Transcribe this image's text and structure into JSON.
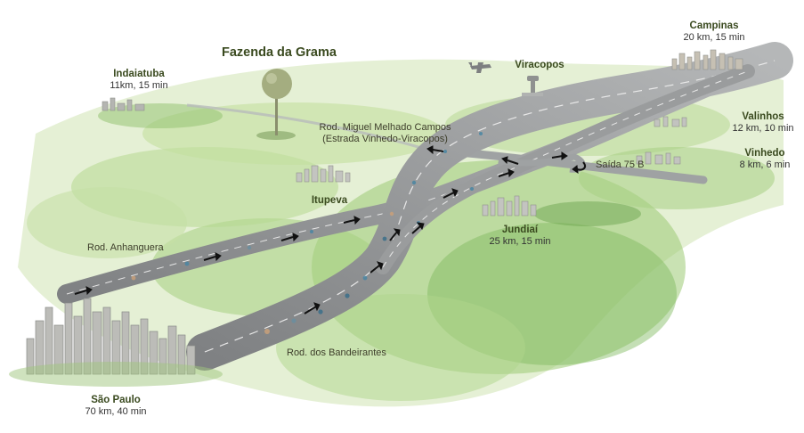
{
  "map": {
    "title": "Fazenda da Grama",
    "places": {
      "indaiatuba": {
        "name": "Indaiatuba",
        "distance": "11km, 15 min"
      },
      "campinas": {
        "name": "Campinas",
        "distance": "20 km, 15 min"
      },
      "viracopos": {
        "name": "Viracopos"
      },
      "valinhos": {
        "name": "Valinhos",
        "distance": "12 km, 10 min"
      },
      "vinhedo": {
        "name": "Vinhedo",
        "distance": "8 km, 6 min"
      },
      "itupeva": {
        "name": "Itupeva"
      },
      "jundiai": {
        "name": "Jundiaí",
        "distance": "25 km, 15 min"
      },
      "sao_paulo": {
        "name": "São Paulo",
        "distance": "70 km, 40 min"
      }
    },
    "roads": {
      "miguel_melhado": {
        "line1": "Rod. Miguel Melhado Campos",
        "line2": "(Estrada Vinhedo-Viracopos)"
      },
      "anhanguera": "Rod. Anhanguera",
      "bandeirantes": "Rod. dos Bandeirantes",
      "exit": "Saída 75 B"
    },
    "icons": [
      "location-pin-icon",
      "airplane-icon",
      "control-tower-icon",
      "city-skyline-icon",
      "direction-arrow-icon"
    ],
    "colors": {
      "grass": "#a9cf7e",
      "grass_dark": "#6fa552",
      "road": "#8d8f90",
      "pin": "#a4ad80",
      "arrow": "#111111"
    }
  }
}
